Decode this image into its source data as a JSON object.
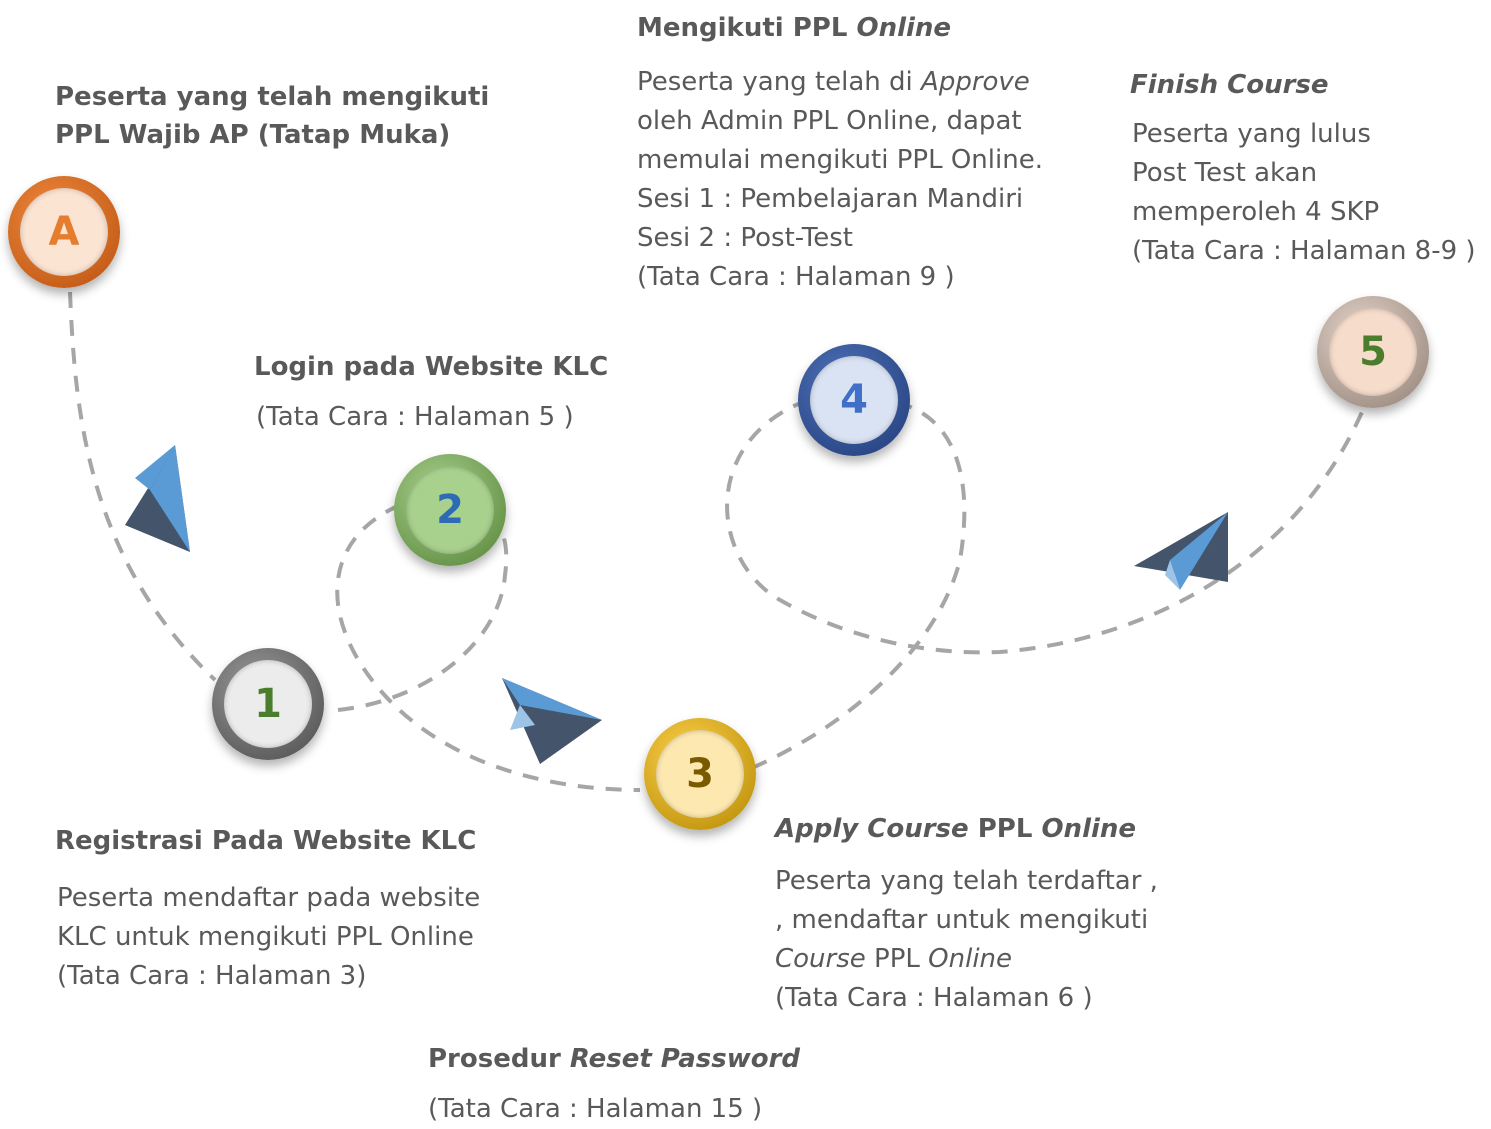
{
  "nodes": [
    {
      "id": "A",
      "label": "A",
      "ring": "#d9661f",
      "fill": "#fce4d3",
      "text": "#e57c2e"
    },
    {
      "id": "1",
      "label": "1",
      "ring": "#6e6e6e",
      "fill": "#ececec",
      "text": "#4b7d2d"
    },
    {
      "id": "2",
      "label": "2",
      "ring": "#6aa84f",
      "fill": "#a9d18e",
      "text": "#2e6bb5"
    },
    {
      "id": "3",
      "label": "3",
      "ring": "#d9a400",
      "fill": "#fde9b0",
      "text": "#7a5a00"
    },
    {
      "id": "4",
      "label": "4",
      "ring": "#2f4e96",
      "fill": "#dae3f3",
      "text": "#3f6fc6"
    },
    {
      "id": "5",
      "label": "5",
      "ring": "#b9a79b",
      "fill": "#f6dccb",
      "text": "#4b7d2d"
    }
  ],
  "steps": {
    "a": {
      "title": "Peserta yang telah mengikuti",
      "title_2": "PPL Wajib AP (Tatap Muka)"
    },
    "s1": {
      "title": "Registrasi Pada Website KLC",
      "lines": [
        "Peserta mendaftar pada website",
        "KLC untuk mengikuti PPL Online",
        "(Tata Cara : Halaman 3)"
      ]
    },
    "s2": {
      "title": "Login pada Website KLC",
      "lines": [
        "(Tata Cara : Halaman 5 )"
      ]
    },
    "s3": {
      "title_italic": "Apply Course",
      "title_rest": " PPL ",
      "title_italic_2": "Online",
      "line1": "Peserta yang telah terdaftar ,",
      "line2": ", mendaftar untuk mengikuti",
      "line3_italic": "Course",
      "line3_rest": " PPL ",
      "line3_italic_2": "Online",
      "line4": "(Tata Cara : Halaman 6 )"
    },
    "s4": {
      "title": "Mengikuti PPL ",
      "title_italic": "Online",
      "line1_a": "Peserta yang telah di ",
      "line1_italic": "Approve",
      "lines": [
        "oleh Admin PPL Online, dapat",
        "memulai mengikuti PPL Online.",
        "Sesi 1 : Pembelajaran Mandiri",
        "Sesi 2 : Post-Test",
        "(Tata Cara : Halaman 9 )"
      ]
    },
    "s5": {
      "title": "Finish Course",
      "lines": [
        "Peserta yang lulus",
        "Post Test akan",
        "memperoleh 4 SKP",
        "(Tata Cara : Halaman 8-9 )"
      ]
    },
    "reset": {
      "title": "Prosedur ",
      "title_italic": "Reset Password",
      "line": "(Tata Cara : Halaman 15 )"
    }
  },
  "colors": {
    "text": "#595959",
    "dash": "#a6a6a6",
    "plane_dark": "#44546a",
    "plane_light": "#5b9bd5"
  }
}
